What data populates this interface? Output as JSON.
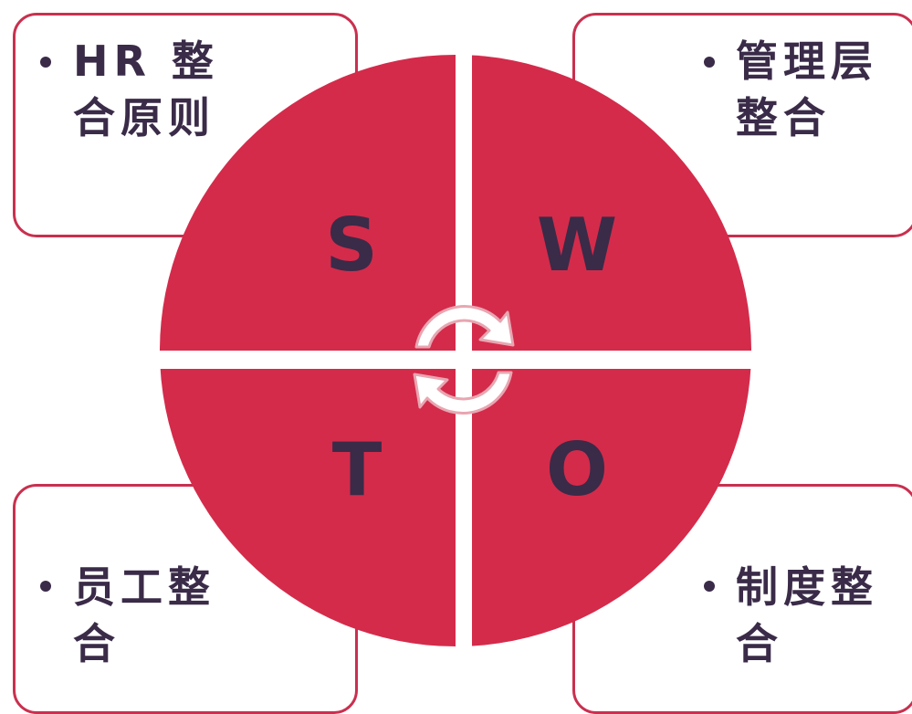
{
  "diagram": {
    "quadrants": [
      {
        "id": "s",
        "letter": "S"
      },
      {
        "id": "w",
        "letter": "W"
      },
      {
        "id": "t",
        "letter": "T"
      },
      {
        "id": "o",
        "letter": "O"
      }
    ],
    "boxes": {
      "top_left": {
        "lines": [
          "HR 整",
          "合原则"
        ]
      },
      "top_right": {
        "lines": [
          "管理层",
          "整合"
        ]
      },
      "bottom_left": {
        "lines": [
          "员工整",
          "合"
        ]
      },
      "bottom_right": {
        "lines": [
          "制度整",
          "合"
        ]
      }
    },
    "colors": {
      "circle_fill": "#d42b4b",
      "box_border": "#c9304f",
      "text": "#3a2b48",
      "arrow_fill": "#ffffff",
      "arrow_outline": "#e8a6b1"
    },
    "icons": [
      "cycle-arrows-icon"
    ]
  }
}
